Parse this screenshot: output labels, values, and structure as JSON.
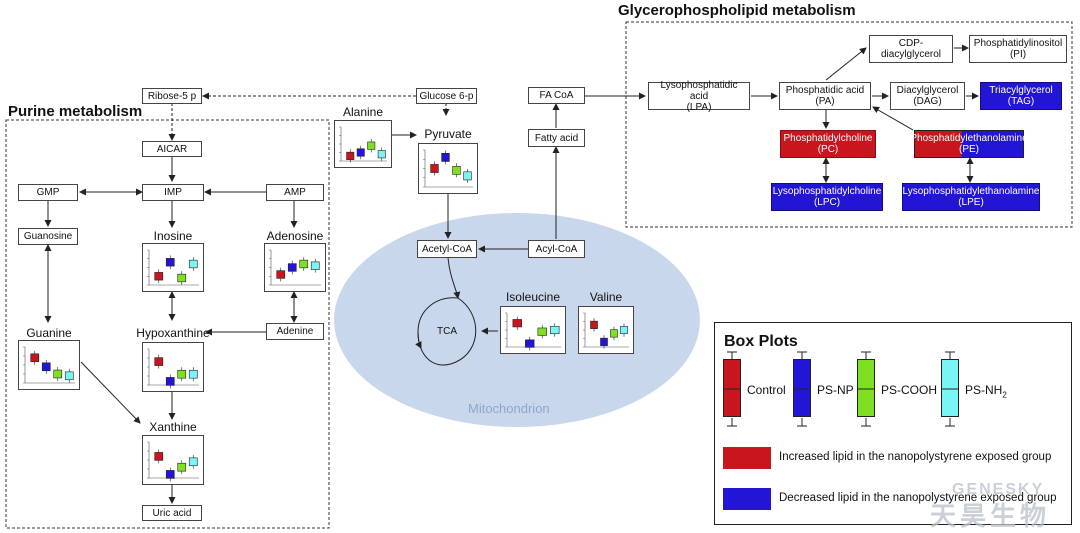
{
  "titles": {
    "glycerophospholipid": "Glycerophospholipid metabolism",
    "purine": "Purine metabolism",
    "mitochondrion": "Mitochondrion"
  },
  "nodes": {
    "ribose5p": "Ribose-5 p",
    "glucose6p": "Glucose 6-p",
    "aicar": "AICAR",
    "gmp": "GMP",
    "imp": "IMP",
    "amp": "AMP",
    "guanosine": "Guanosine",
    "adenine": "Adenine",
    "uric_acid": "Uric acid",
    "acetyl_coa": "Acetyl-CoA",
    "acyl_coa": "Acyl-CoA",
    "fatty_acid": "Fatty acid",
    "fa_coa": "FA CoA",
    "tca": "TCA",
    "lpa": "Lysophosphatidic acid\n(LPA)",
    "pa": "Phosphatidic acid\n(PA)",
    "cdp_dag": "CDP-\ndiacylglycerol",
    "pi": "Phosphatidylinositol\n(PI)",
    "dag": "Diacylglycerol\n(DAG)",
    "tag": "Triacylglycerol\n(TAG)",
    "pc": "Phosphatidylcholine\n(PC)",
    "pe": "Phosphatidylethanolamine\n(PE)",
    "lpc": "Lysophosphatidylcholine\n(LPC)",
    "lpe": "Lysophosphatidylethanolamine\n(LPE)"
  },
  "metabolites": {
    "alanine": "Alanine",
    "pyruvate": "Pyruvate",
    "inosine": "Inosine",
    "adenosine": "Adenosine",
    "guanine": "Guanine",
    "hypoxanthine": "Hypoxanthine",
    "xanthine": "Xanthine",
    "isoleucine": "Isoleucine",
    "valine": "Valine"
  },
  "legend": {
    "title": "Box Plots",
    "groups": [
      {
        "label": "Control",
        "color": "#c8151e"
      },
      {
        "label": "PS-NP",
        "color": "#2315d6"
      },
      {
        "label": "PS-COOH",
        "color": "#7ee021"
      },
      {
        "label": "PS-NH",
        "sub": "2",
        "color": "#7af4f4"
      }
    ],
    "increased": {
      "label": "Increased lipid in the nanopolystyrene exposed group",
      "color": "#c8151e"
    },
    "decreased": {
      "label": "Decreased lipid in the nanopolystyrene exposed group",
      "color": "#2315d6"
    }
  },
  "boxplot_levels": {
    "alanine": [
      0.15,
      0.25,
      0.45,
      0.2
    ],
    "pyruvate": [
      0.5,
      0.8,
      0.45,
      0.3
    ],
    "inosine": [
      0.25,
      0.65,
      0.2,
      0.6
    ],
    "adenosine": [
      0.3,
      0.5,
      0.6,
      0.55
    ],
    "guanine": [
      0.7,
      0.45,
      0.25,
      0.2
    ],
    "hypoxanthine": [
      0.65,
      0.1,
      0.3,
      0.3
    ],
    "xanthine": [
      0.6,
      0.1,
      0.3,
      0.45
    ],
    "isoleucine": [
      0.7,
      0.1,
      0.45,
      0.5
    ],
    "valine": [
      0.65,
      0.15,
      0.4,
      0.5
    ]
  },
  "watermark": {
    "line1": "GENESKY",
    "line2": "天昊生物"
  }
}
